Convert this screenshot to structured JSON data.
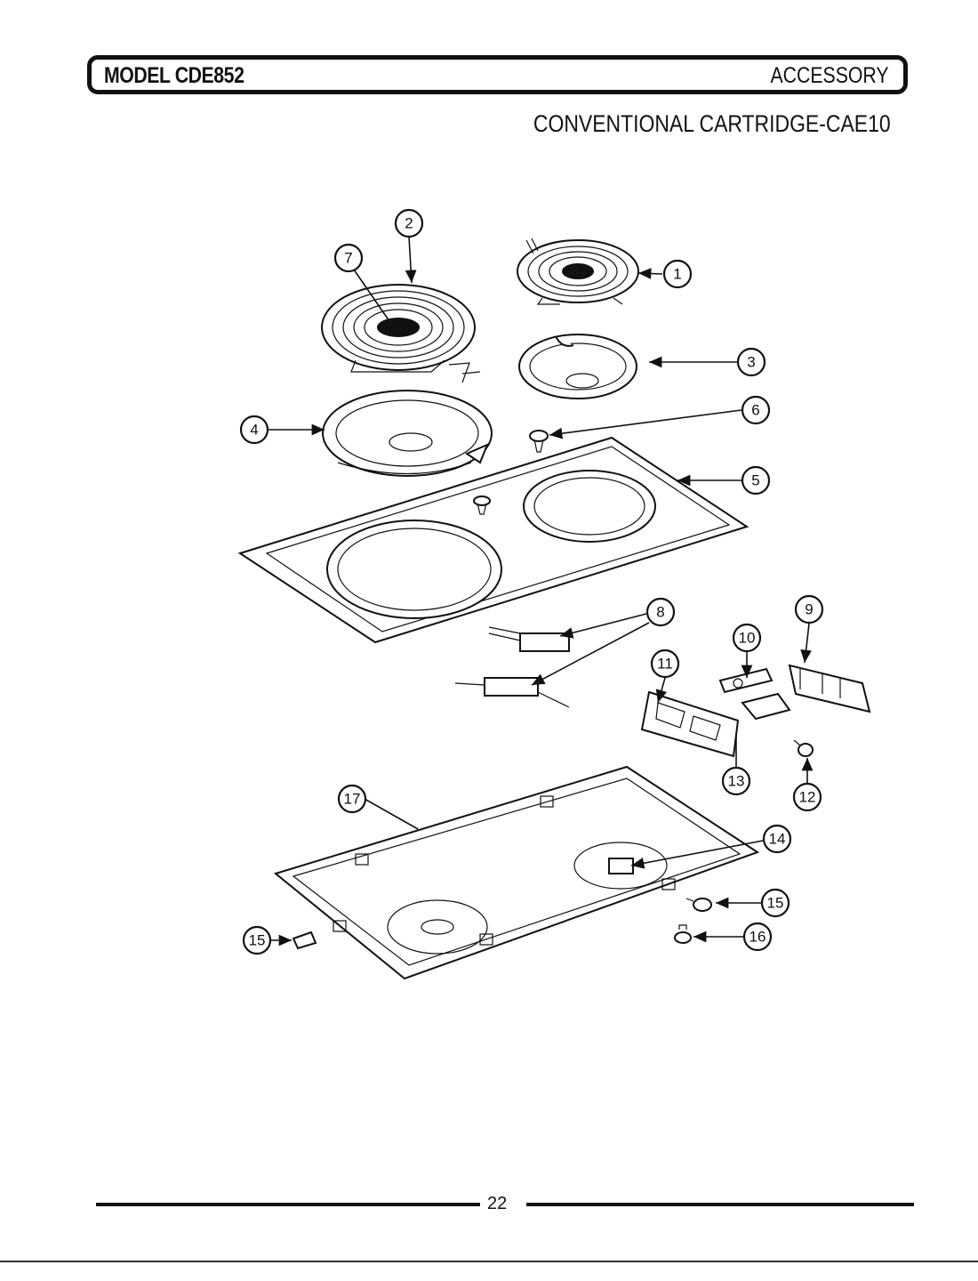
{
  "header": {
    "model_title": "MODEL CDE852",
    "section": "ACCESSORY"
  },
  "subtitle": "CONVENTIONAL CARTRIDGE-CAE10",
  "callouts": [
    "1",
    "2",
    "3",
    "4",
    "5",
    "6",
    "7",
    "8",
    "9",
    "10",
    "11",
    "12",
    "13",
    "14",
    "15",
    "16",
    "17"
  ],
  "footer": {
    "page_number": "22"
  }
}
